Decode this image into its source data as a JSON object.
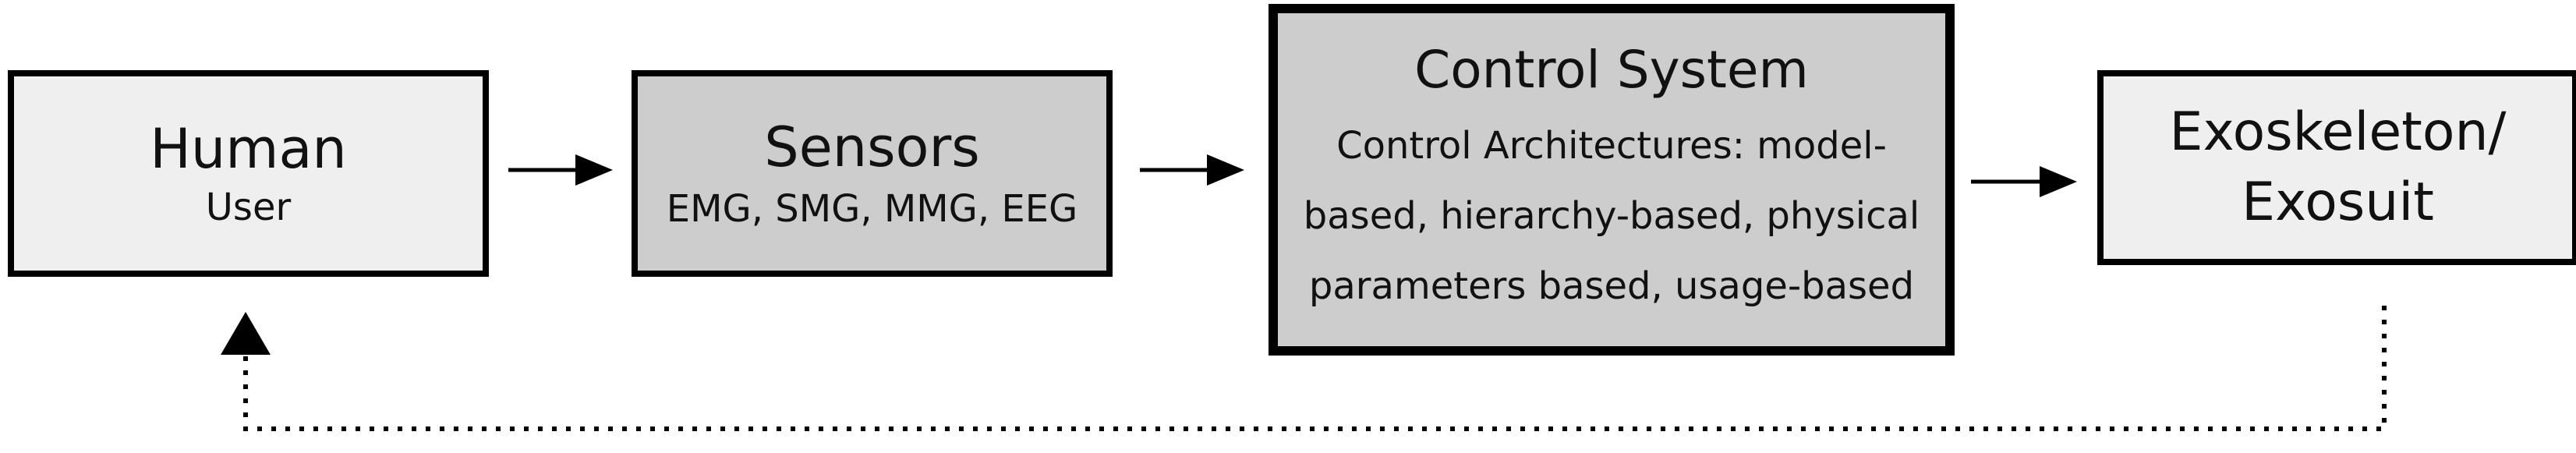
{
  "diagram": {
    "human": {
      "title": "Human",
      "subtitle": "User"
    },
    "sensors": {
      "title": "Sensors",
      "subtitle": "EMG, SMG, MMG, EEG"
    },
    "control_system": {
      "title": "Control System",
      "description_lines": [
        "Control Architectures: model-",
        "based, hierarchy-based, physical",
        "parameters based, usage-based"
      ]
    },
    "exoskeleton": {
      "title_lines": [
        "Exoskeleton/",
        "Exosuit"
      ]
    },
    "feedback_loop": {
      "style": "dotted",
      "from": "exoskeleton",
      "to": "human"
    }
  }
}
